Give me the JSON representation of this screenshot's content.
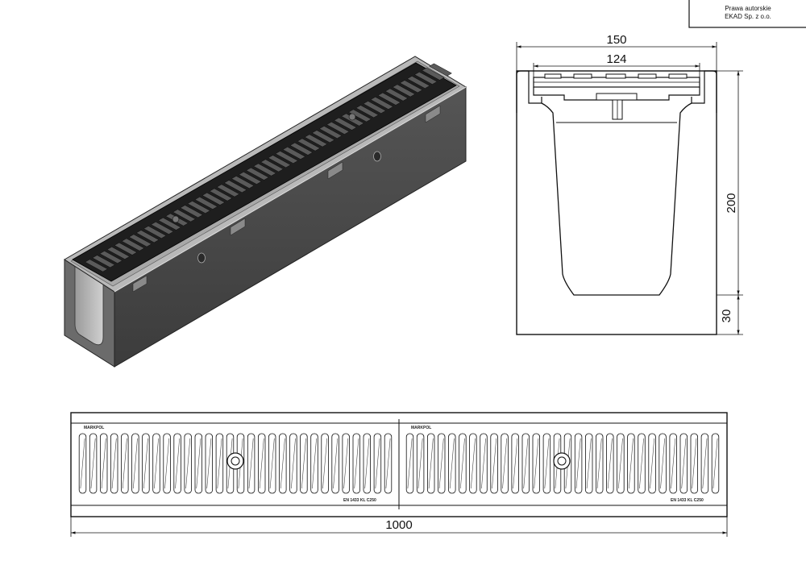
{
  "copyright": {
    "line1": "Prawa autorskie",
    "line2": "EKAD Sp. z o.o."
  },
  "dimensions": {
    "width_outer": "150",
    "width_inner": "124",
    "height": "200",
    "base": "30",
    "length": "1000"
  },
  "grate": {
    "brand": "MARKPOL",
    "rating": "EN 1433  KL C250"
  },
  "colors": {
    "concrete_front": "#4a4a4a",
    "concrete_side": "#6a6a6a",
    "grate": "#1e1e1e",
    "frame": "#b9b9b9",
    "line": "#111111"
  }
}
